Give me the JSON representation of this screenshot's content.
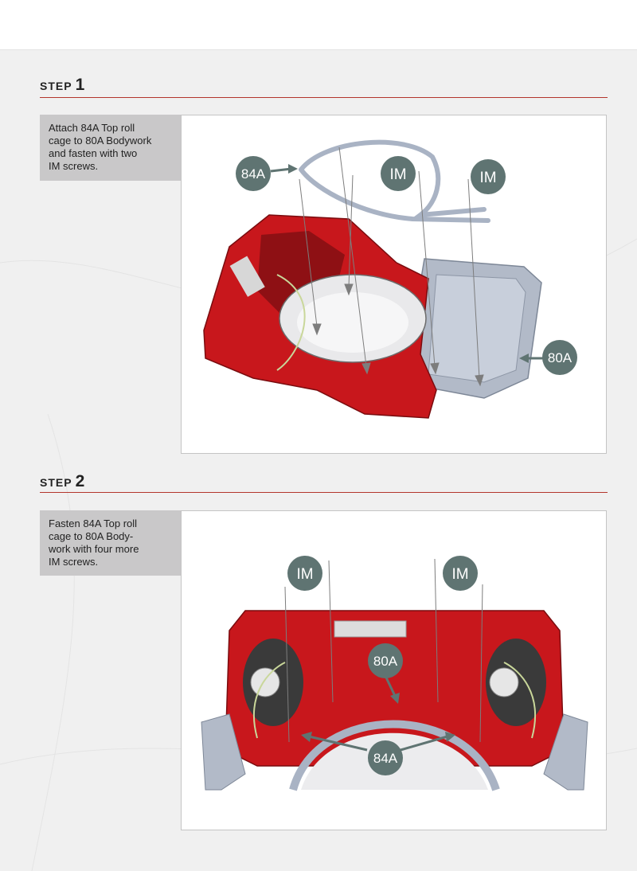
{
  "steps": [
    {
      "label": "STEP",
      "number": "1",
      "instruction": "Attach 84A Top roll\ncage to 80A Bodywork\nand fasten with two\nIM screws.",
      "callouts": {
        "c1": "84A",
        "c2": "IM",
        "c3": "IM",
        "c4": "80A"
      }
    },
    {
      "label": "STEP",
      "number": "2",
      "instruction": "Fasten 84A Top roll\ncage to 80A Body-\nwork with four more\nIM screws.",
      "callouts": {
        "c1": "IM",
        "c2": "IM",
        "c3": "80A",
        "c4": "84A"
      }
    }
  ],
  "colors": {
    "accent_rule": "#b3352c",
    "callout_fill": "#5f7472",
    "body_red": "#c8171c",
    "cage_grey": "#a9b3c4",
    "instruction_bg": "#c9c8c9"
  }
}
